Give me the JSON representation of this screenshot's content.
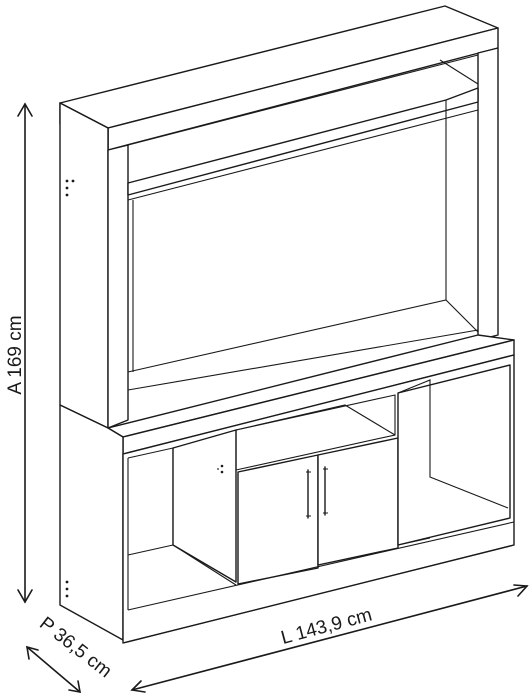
{
  "dimensions": {
    "height_label": "A 169 cm",
    "width_label": "L 143,9 cm",
    "depth_label": "P 36,5 cm"
  }
}
